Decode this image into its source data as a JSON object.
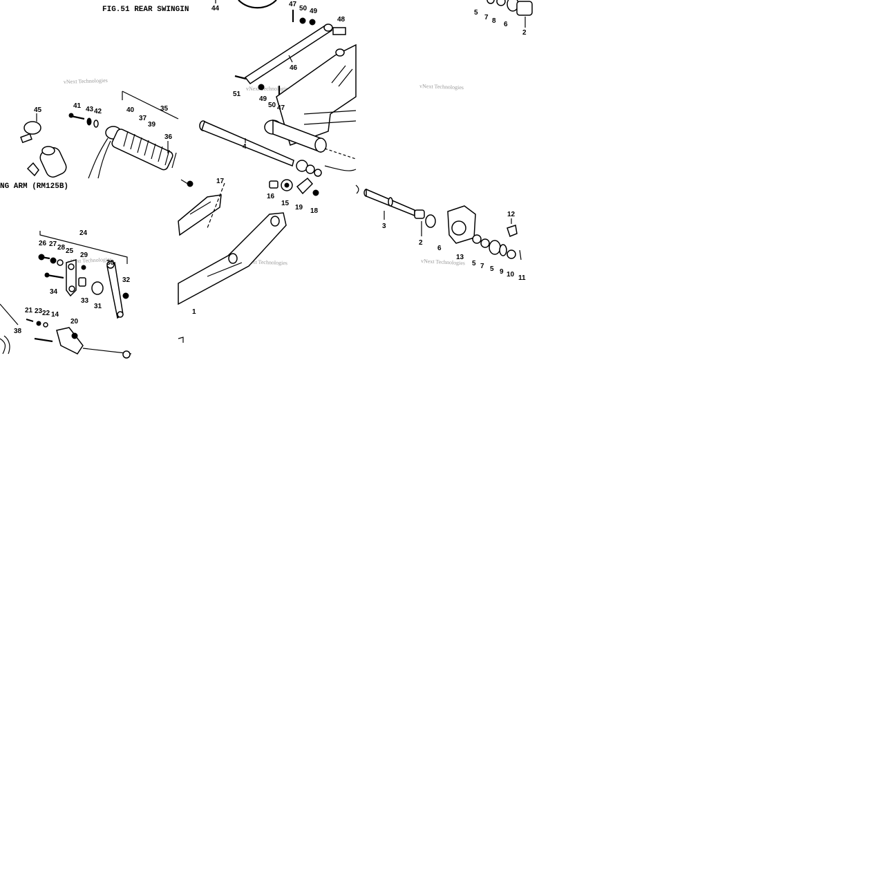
{
  "figure": {
    "title_top": "FIG.51  REAR SWINGIN",
    "title_left": "NG ARM (RM125B)",
    "watermark": "vNext Technologies"
  },
  "callouts": [
    {
      "id": "c44",
      "text": "44"
    },
    {
      "id": "c47a",
      "text": "47"
    },
    {
      "id": "c50a",
      "text": "50"
    },
    {
      "id": "c49a",
      "text": "49"
    },
    {
      "id": "c48",
      "text": "48"
    },
    {
      "id": "c46",
      "text": "46"
    },
    {
      "id": "c51",
      "text": "51"
    },
    {
      "id": "c49b",
      "text": "49"
    },
    {
      "id": "c50b",
      "text": "50"
    },
    {
      "id": "c47b",
      "text": "47"
    },
    {
      "id": "c4",
      "text": "4"
    },
    {
      "id": "c5a",
      "text": "5"
    },
    {
      "id": "c7a",
      "text": "7"
    },
    {
      "id": "c8",
      "text": "8"
    },
    {
      "id": "c6a",
      "text": "6"
    },
    {
      "id": "c2a",
      "text": "2"
    },
    {
      "id": "c45",
      "text": "45"
    },
    {
      "id": "c41",
      "text": "41"
    },
    {
      "id": "c43",
      "text": "43"
    },
    {
      "id": "c42",
      "text": "42"
    },
    {
      "id": "c40",
      "text": "40"
    },
    {
      "id": "c37",
      "text": "37"
    },
    {
      "id": "c39",
      "text": "39"
    },
    {
      "id": "c35",
      "text": "35"
    },
    {
      "id": "c36",
      "text": "36"
    },
    {
      "id": "c24",
      "text": "24"
    },
    {
      "id": "c26",
      "text": "26"
    },
    {
      "id": "c27",
      "text": "27"
    },
    {
      "id": "c28",
      "text": "28"
    },
    {
      "id": "c25",
      "text": "25"
    },
    {
      "id": "c29",
      "text": "29"
    },
    {
      "id": "c30",
      "text": "30"
    },
    {
      "id": "c32",
      "text": "32"
    },
    {
      "id": "c34",
      "text": "34"
    },
    {
      "id": "c33",
      "text": "33"
    },
    {
      "id": "c31",
      "text": "31"
    },
    {
      "id": "c21",
      "text": "21"
    },
    {
      "id": "c23",
      "text": "23"
    },
    {
      "id": "c22",
      "text": "22"
    },
    {
      "id": "c14",
      "text": "14"
    },
    {
      "id": "c20",
      "text": "20"
    },
    {
      "id": "c38",
      "text": "38"
    },
    {
      "id": "c17",
      "text": "17"
    },
    {
      "id": "c16",
      "text": "16"
    },
    {
      "id": "c15",
      "text": "15"
    },
    {
      "id": "c19",
      "text": "19"
    },
    {
      "id": "c18",
      "text": "18"
    },
    {
      "id": "c1",
      "text": "1"
    },
    {
      "id": "c3",
      "text": "3"
    },
    {
      "id": "c2b",
      "text": "2"
    },
    {
      "id": "c6b",
      "text": "6"
    },
    {
      "id": "c13",
      "text": "13"
    },
    {
      "id": "c12",
      "text": "12"
    },
    {
      "id": "c5b",
      "text": "5"
    },
    {
      "id": "c7b",
      "text": "7"
    },
    {
      "id": "c5c",
      "text": "5"
    },
    {
      "id": "c9",
      "text": "9"
    },
    {
      "id": "c10",
      "text": "10"
    },
    {
      "id": "c11",
      "text": "11"
    }
  ]
}
